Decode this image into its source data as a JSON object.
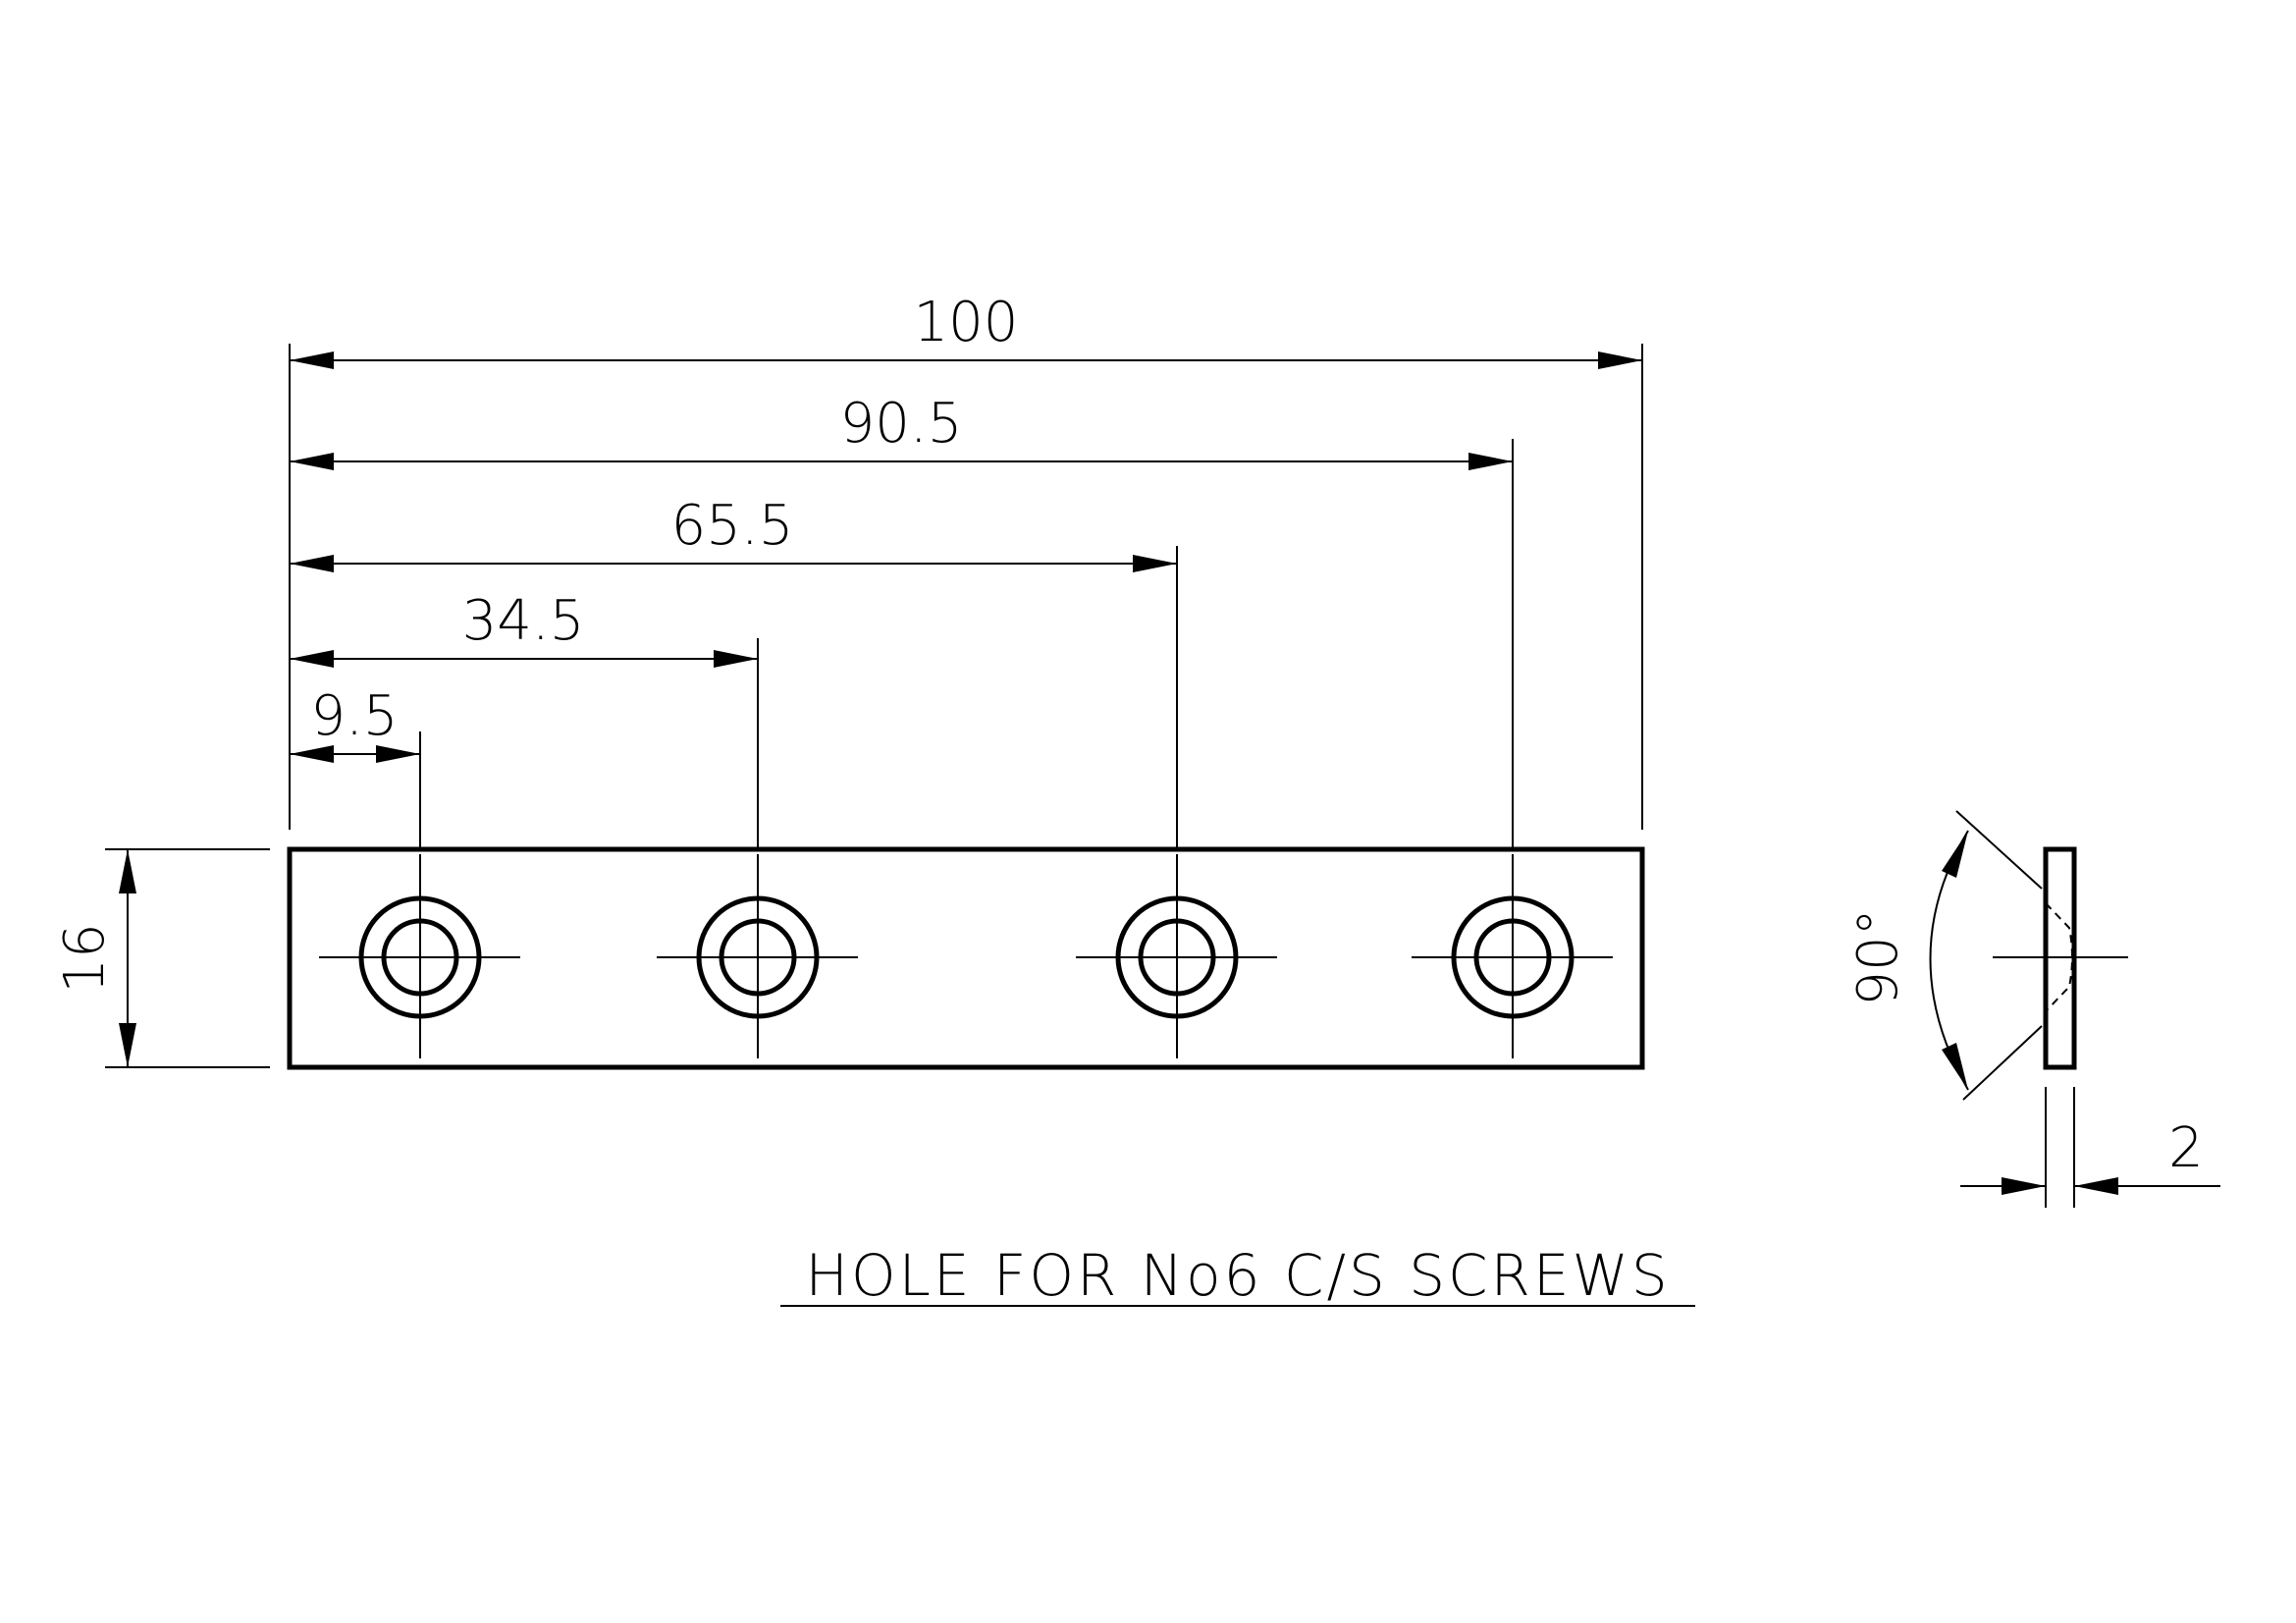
{
  "dimensions": {
    "overall_length": "100",
    "hole4_position": "90.5",
    "hole3_position": "65.5",
    "hole2_position": "34.5",
    "hole1_position": "9.5",
    "width": "16",
    "thickness": "2",
    "countersink_angle": "90°"
  },
  "note": "HOLE FOR No6 C/S SCREWS",
  "colors": {
    "line": "#000000",
    "background": "#ffffff"
  }
}
